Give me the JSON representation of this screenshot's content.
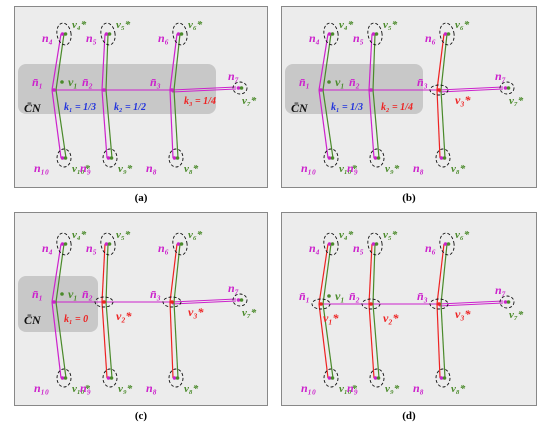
{
  "panels": [
    {
      "caption": "(a)",
      "nodes": {
        "n1": "n̄₁",
        "n2": "n̄₂",
        "n3": "n̄₃",
        "n4": "n₄",
        "n5": "n₅",
        "n6": "n₆",
        "n7": "n₇",
        "n8": "n₈",
        "n9": "n₉",
        "n10": "n₁₀",
        "v1": "v₁",
        "v4": "v₄*",
        "v5": "v₅*",
        "v6": "v₆*",
        "v7": "v₇*",
        "v8": "v₈*",
        "v9": "v₉*",
        "v10": "v₁₀*"
      },
      "cn": "C̄N",
      "k1": "k₁ = 1/3",
      "k2": "k₂ = 1/2",
      "k3": "k₃ = 1/4"
    },
    {
      "caption": "(b)",
      "nodes": {
        "n1": "n̄₁",
        "n2": "n̄₂",
        "n3": "n̄₃",
        "n4": "n₄",
        "n5": "n₅",
        "n6": "n₆",
        "n7": "n₇",
        "n8": "n₈",
        "n9": "n₉",
        "n10": "n₁₀",
        "v1": "v₁",
        "v3": "v₃*",
        "v4": "v₄*",
        "v5": "v₅*",
        "v6": "v₆*",
        "v7": "v₇*",
        "v8": "v₈*",
        "v9": "v₉*",
        "v10": "v₁₀*"
      },
      "cn": "C̄N",
      "k1": "k₁ = 1/3",
      "k2": "k₂ = 1/4"
    },
    {
      "caption": "(c)",
      "nodes": {
        "n1": "n̄₁",
        "n2": "n̄₂",
        "n3": "n̄₃",
        "n4": "n₄",
        "n5": "n₅",
        "n6": "n₆",
        "n7": "n₇",
        "n8": "n₈",
        "n9": "n₉",
        "n10": "n₁₀",
        "v1": "v₁",
        "v2": "v₂*",
        "v3": "v₃*",
        "v4": "v₄*",
        "v5": "v₅*",
        "v6": "v₆*",
        "v7": "v₇*",
        "v8": "v₈*",
        "v9": "v₉*",
        "v10": "v₁₀*"
      },
      "cn": "C̄N",
      "k1": "k₁ = 0"
    },
    {
      "caption": "(d)",
      "nodes": {
        "n1": "n̄₁",
        "n2": "n̄₂",
        "n3": "n̄₃",
        "n4": "n₄",
        "n5": "n₅",
        "n6": "n₆",
        "n7": "n₇",
        "n8": "n₈",
        "n9": "n₉",
        "n10": "n₁₀",
        "v1": "v₁",
        "v1s": "v₁*",
        "v2": "v₂*",
        "v3": "v₃*",
        "v4": "v₄*",
        "v5": "v₅*",
        "v6": "v₆*",
        "v7": "v₇*",
        "v8": "v₈*",
        "v9": "v₉*",
        "v10": "v₁₀*"
      }
    }
  ],
  "colors": {
    "magenta": "#cc22cc",
    "green": "#4a8a2a",
    "red": "#ee2222",
    "blue": "#2233dd",
    "gray": "#c8c8c8",
    "bg": "#ececec",
    "frame": "#888888",
    "dark": "#111111"
  }
}
